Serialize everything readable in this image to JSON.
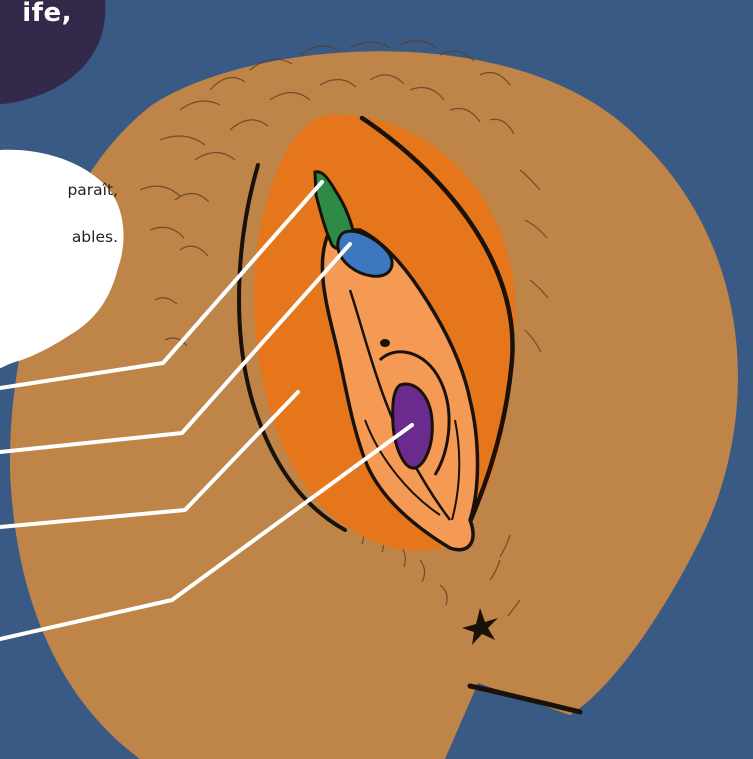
{
  "header": {
    "title_fragment": "ife,"
  },
  "speech_bubble": {
    "line_1": "paraît,",
    "line_2": "ables."
  },
  "illustration": {
    "subject": "vulva",
    "labeled_parts": [
      "clitoral-hood",
      "clitoris-glans",
      "labia",
      "vaginal-opening"
    ],
    "colors": {
      "background": "#3a5a86",
      "title_bubble": "#33294a",
      "skin": "#bf8448",
      "vulva_area": "#e5761c",
      "clitoral_hood": "#2e8b45",
      "clitoris": "#3c78c0",
      "vaginal_opening": "#6a2a8e",
      "leader_lines": "#ffffff"
    }
  }
}
